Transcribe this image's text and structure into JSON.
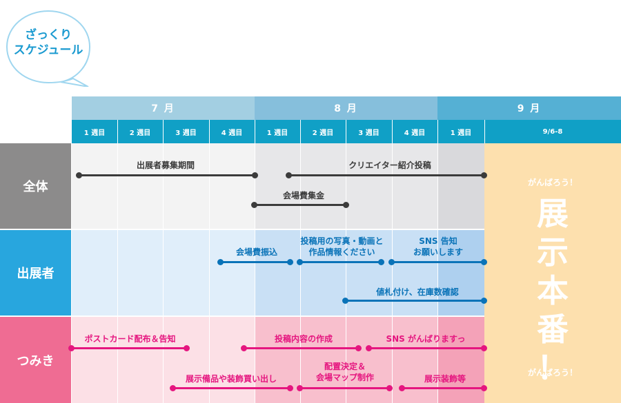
{
  "badge": {
    "line1": "ざっくり",
    "line2": "スケジュール"
  },
  "months": [
    {
      "label": "7 月",
      "color": "#a3cfe2"
    },
    {
      "label": "8 月",
      "color": "#86bfdc"
    },
    {
      "label": "9 月",
      "color": "#55b0d4"
    }
  ],
  "weeks": [
    "1 週目",
    "2 週目",
    "3 週目",
    "4 週目",
    "1 週目",
    "2 週目",
    "3 週目",
    "4 週目",
    "1 週目",
    "9/6-8"
  ],
  "rows": [
    {
      "label": "全体",
      "color": "#8c8b8b"
    },
    {
      "label": "出展者",
      "color": "#28a6de"
    },
    {
      "label": "つみき",
      "color": "#ef6c93"
    }
  ],
  "tasks": {
    "zentai": [
      {
        "label": "出展者募集期間"
      },
      {
        "label": "クリエイター紹介投稿"
      },
      {
        "label": "会場費集金"
      }
    ],
    "shutten": [
      {
        "label": "会場費振込"
      },
      {
        "label1": "投稿用の写真・動画と",
        "label2": "作品情報ください"
      },
      {
        "label1": "SNS 告知",
        "label2": "お願いします"
      },
      {
        "label": "値札付け、在庫数確認"
      }
    ],
    "tsumiki": [
      {
        "label": "ポストカード配布＆告知"
      },
      {
        "label": "投稿内容の作成"
      },
      {
        "label": "SNS がんばりますっ"
      },
      {
        "label": "展示備品や装飾買い出し"
      },
      {
        "label1": "配置決定＆",
        "label2": "会場マップ制作"
      },
      {
        "label": "展示装飾等"
      }
    ]
  },
  "showcase": {
    "cheer_top": "がんばろう！",
    "big": [
      "展",
      "示",
      "本",
      "番",
      "！"
    ],
    "cheer_bottom": "がんばろう！"
  },
  "colors": {
    "zentai_line": "#3b3b3b",
    "shutten_line": "#0a73b8",
    "tsumiki_line": "#e5157f",
    "showcase_bg": "#fde0ae"
  }
}
